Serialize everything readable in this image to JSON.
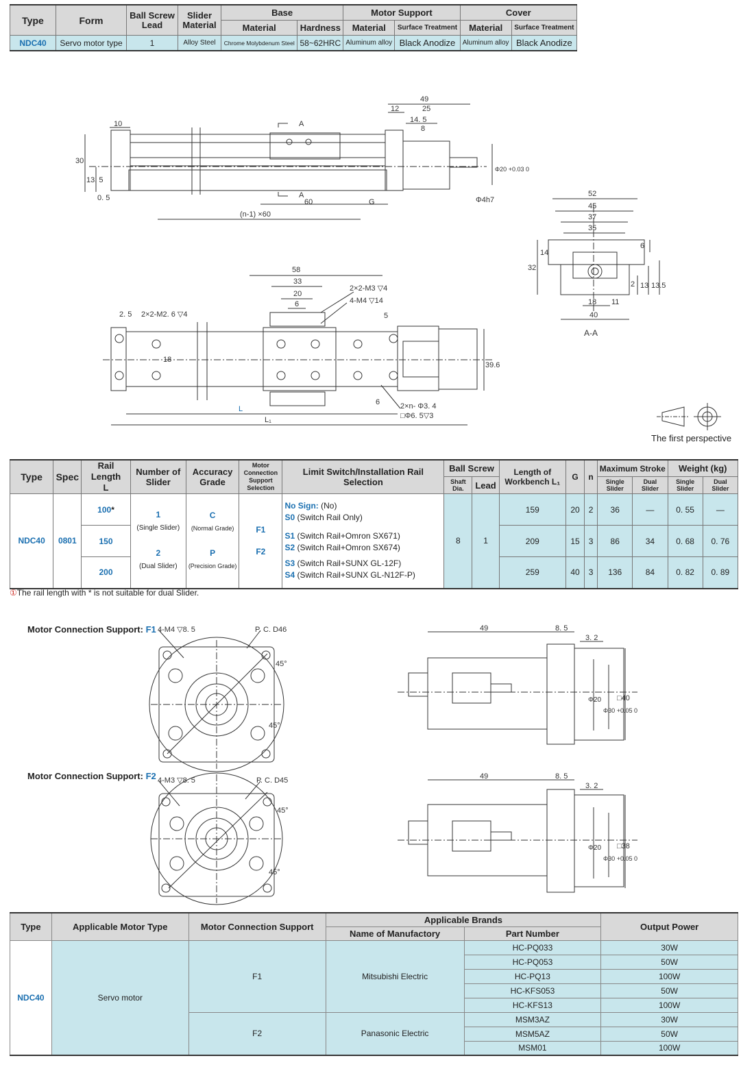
{
  "spec_table": {
    "headers": {
      "type": "Type",
      "form": "Form",
      "ball_screw_lead": "Ball Screw Lead",
      "slider_material": "Slider Material",
      "base": "Base",
      "motor_support": "Motor Support",
      "cover": "Cover",
      "base_material": "Material",
      "base_hardness": "Hardness",
      "ms_material": "Material",
      "ms_surface": "Surface Treatment",
      "cover_material": "Material",
      "cover_surface": "Surface Treatment"
    },
    "row": {
      "type": "NDC40",
      "form": "Servo motor type",
      "lead": "1",
      "slider_material": "Alloy Steel",
      "base_material": "Chrome Molybdenum Steel",
      "base_hardness": "58~62HRC",
      "ms_material": "Aluminum alloy",
      "ms_surface": "Black Anodize",
      "cover_material": "Aluminum alloy",
      "cover_surface": "Black Anodize"
    }
  },
  "drawing_top": {
    "dims": [
      "49",
      "12",
      "25",
      "14. 5",
      "8",
      "10",
      "30",
      "13. 5",
      "0. 5",
      "60",
      "(n-1) ×60",
      "G",
      "Φ20 +0.03 0",
      "Φ4h7",
      "A",
      "A"
    ]
  },
  "drawing_section": {
    "dims": [
      "52",
      "45",
      "37",
      "35",
      "6",
      "14",
      "32",
      "2",
      "13",
      "13.5",
      "18",
      "11",
      "40"
    ],
    "caption": "A-A"
  },
  "drawing_plan": {
    "dims": [
      "58",
      "33",
      "20",
      "6",
      "2×2-M3 ▽4",
      "4-M4 ▽14",
      "5",
      "2. 5",
      "2×2-M2. 6 ▽4",
      "18",
      "39.6",
      "6",
      "2×n- Φ3. 4",
      "□Φ6. 5▽3",
      "L",
      "L₁"
    ]
  },
  "perspective": "The first perspective",
  "model_table": {
    "headers": {
      "type": "Type",
      "spec": "Spec",
      "rail_length": "Rail Length",
      "rail_length_sym": "L",
      "num_slider": "Number of Slider",
      "accuracy": "Accuracy Grade",
      "motor_conn": "Motor Connection Support Selection",
      "limit": "Limit Switch/Installation Rail Selection",
      "ball_screw": "Ball Screw",
      "shaft_dia": "Shaft Dia.",
      "lead": "Lead",
      "length_wb": "Length of Workbench L₁",
      "g": "G",
      "n": "n",
      "max_stroke": "Maximum Stroke",
      "single_slider": "Single Slider",
      "dual_slider": "Dual Slider",
      "weight": "Weight (kg)",
      "w_single": "Single Slider",
      "w_dual": "Dual Slider"
    },
    "type": "NDC40",
    "spec": "0801",
    "slider_opts": [
      {
        "code": "1",
        "desc": "(Single Slider)"
      },
      {
        "code": "2",
        "desc": "(Dual Slider)"
      }
    ],
    "accuracy_opts": [
      {
        "code": "C",
        "desc": "(Normal Grade)"
      },
      {
        "code": "P",
        "desc": "(Precision Grade)"
      }
    ],
    "motor_opts": [
      "F1",
      "F2"
    ],
    "limit_opts": [
      {
        "code": "No Sign:",
        "desc": "(No)"
      },
      {
        "code": "S0",
        "desc": "(Switch Rail Only)"
      },
      {
        "code": "S1",
        "desc": "(Switch Rail+Omron SX671)"
      },
      {
        "code": "S2",
        "desc": "(Switch Rail+Omron SX674)"
      },
      {
        "code": "S3",
        "desc": "(Switch Rail+SUNX GL-12F)"
      },
      {
        "code": "S4",
        "desc": "(Switch Rail+SUNX GL-N12F-P)"
      }
    ],
    "shaft_dia": "8",
    "lead": "1",
    "rows": [
      {
        "rail": "100",
        "mark": "*",
        "l1": "159",
        "g": "20",
        "n": "2",
        "stroke_s": "36",
        "stroke_d": "—",
        "w_s": "0. 55",
        "w_d": "—"
      },
      {
        "rail": "150",
        "mark": "",
        "l1": "209",
        "g": "15",
        "n": "3",
        "stroke_s": "86",
        "stroke_d": "34",
        "w_s": "0. 68",
        "w_d": "0. 76"
      },
      {
        "rail": "200",
        "mark": "",
        "l1": "259",
        "g": "40",
        "n": "3",
        "stroke_s": "136",
        "stroke_d": "84",
        "w_s": "0. 82",
        "w_d": "0. 89"
      }
    ]
  },
  "note": {
    "mark": "①",
    "text": "The rail length with * is not suitable for dual Slider."
  },
  "f1_drawing": {
    "label": "Motor Connection Support:",
    "code": "F1",
    "dims": [
      "4-M4 ▽8. 5",
      "P. C. D46",
      "45°",
      "45°",
      "49",
      "8. 5",
      "3. 2",
      "Φ20",
      "Φ30 +0.05 0",
      "□40"
    ]
  },
  "f2_drawing": {
    "label": "Motor Connection Support:",
    "code": "F2",
    "dims": [
      "4-M3 ▽8. 5",
      "P. C. D45",
      "45°",
      "45°",
      "49",
      "8. 5",
      "3. 2",
      "Φ20",
      "Φ30 +0.05 0",
      "□38"
    ]
  },
  "motor_table": {
    "headers": {
      "type": "Type",
      "motor_type": "Applicable Motor Type",
      "conn": "Motor Connection Support",
      "brands": "Applicable Brands",
      "manufacturer": "Name of Manufactory",
      "part": "Part Number",
      "power": "Output Power"
    },
    "type": "NDC40",
    "motor_type": "Servo motor",
    "groups": [
      {
        "conn": "F1",
        "maker": "Mitsubishi Electric",
        "parts": [
          {
            "part": "HC-PQ033",
            "power": "30W"
          },
          {
            "part": "HC-PQ053",
            "power": "50W"
          },
          {
            "part": "HC-PQ13",
            "power": "100W"
          },
          {
            "part": "HC-KFS053",
            "power": "50W"
          },
          {
            "part": "HC-KFS13",
            "power": "100W"
          }
        ]
      },
      {
        "conn": "F2",
        "maker": "Panasonic Electric",
        "parts": [
          {
            "part": "MSM3AZ",
            "power": "30W"
          },
          {
            "part": "MSM5AZ",
            "power": "50W"
          },
          {
            "part": "MSM01",
            "power": "100W"
          }
        ]
      }
    ]
  }
}
